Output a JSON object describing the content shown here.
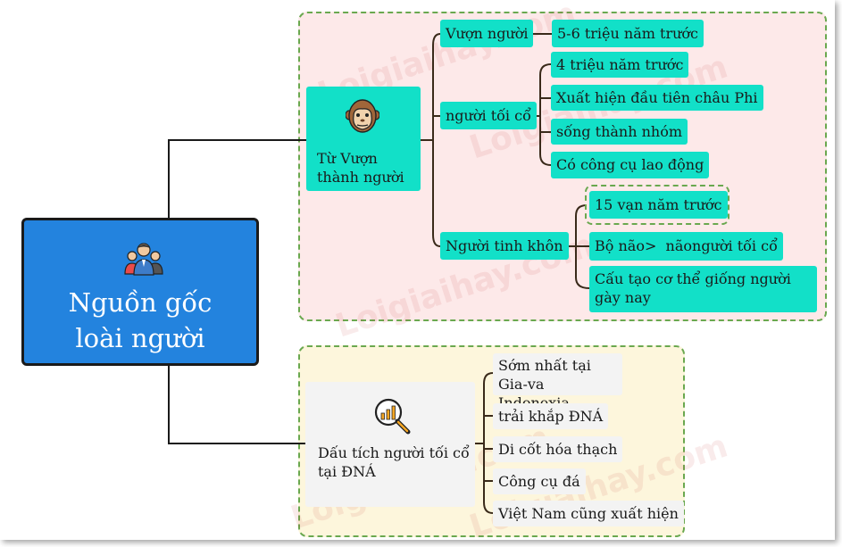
{
  "root": {
    "title": "Nguồn gốc loài người",
    "icon": "people-group-icon"
  },
  "branch1": {
    "label": "Từ Vượn thành người",
    "icon": "monkey-face-icon",
    "children": [
      {
        "label": "Vượn người",
        "details": [
          "5-6 triệu năm trước"
        ]
      },
      {
        "label": "người tối cổ",
        "details": [
          "4 triệu năm trước",
          "Xuất hiện đầu tiên châu Phi",
          "sống thành nhóm",
          "Có công cụ lao động"
        ]
      },
      {
        "label": "Người tinh khôn",
        "details": [
          "15 vạn năm trước",
          "Bộ não>  nãongười tối cổ",
          "Cấu tạo cơ thể giống người gày nay"
        ]
      }
    ]
  },
  "branch2": {
    "label": "Dấu tích người tối cổ tại ĐNÁ",
    "icon": "magnifier-chart-icon",
    "details": [
      "Sớm nhất tại Gia-va Indonexia",
      "trải khắp ĐNÁ",
      "Di cốt hóa thạch",
      "Công cụ đá",
      "Việt Nam cũng xuất hiện"
    ]
  },
  "watermark": "Loigiaihay.com",
  "colors": {
    "root_fill": "#2383de",
    "node_cyan": "#12e0c8",
    "region_pink": "#fde9e9",
    "region_yellow": "#fdf6dc",
    "dashed_border": "#6aa84f"
  }
}
